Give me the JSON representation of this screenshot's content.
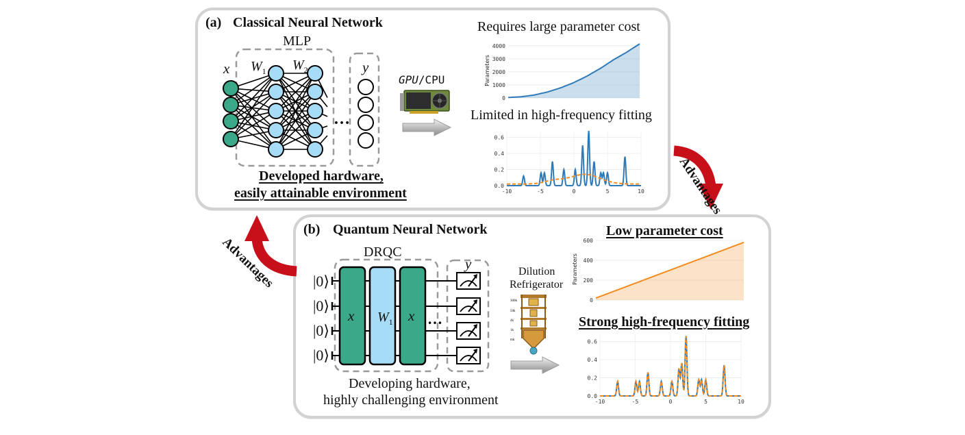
{
  "panel_a": {
    "label": "(a)",
    "title": "Classical Neural Network",
    "mlp_label": "MLP",
    "input_symbol": "x",
    "output_symbol": "y",
    "w1": "W",
    "w1_sub": "1",
    "w2": "W",
    "w2_sub": "2",
    "ellipsis": "…",
    "hardware_label": "GPU",
    "hardware_label_rest": "/CPU",
    "hardware_line1": "Developed hardware,",
    "hardware_line2": "easily attainable environment",
    "chart1_title": "Requires large parameter cost",
    "chart2_title": "Limited in high-frequency fitting"
  },
  "panel_b": {
    "label": "(b)",
    "title": "Quantum Neural Network",
    "drqc_label": "DRQC",
    "output_symbol": "y",
    "ket": "|0⟩",
    "block_x": "x",
    "block_w": "W",
    "block_w_sub": "1",
    "ellipsis": "…",
    "fridge_line1": "Dilution",
    "fridge_line2": "Refrigerator",
    "fridge_stages": [
      "300k",
      "50k",
      "4k",
      "1k",
      "mk"
    ],
    "hardware_line1": "Developing hardware,",
    "hardware_line2": "highly challenging environment",
    "chart1_title": "Low parameter cost",
    "chart2_title": "Strong high-frequency fitting"
  },
  "arrows": {
    "advantages_right": "Advantages",
    "advantages_left": "Advantages"
  },
  "colors": {
    "green": "#3aa889",
    "light_blue": "#a7dcf7",
    "dark_red": "#c8101a",
    "blue_line": "#2e7ab8",
    "orange_line": "#f58a1f",
    "panel_border": "#d2d2d2"
  },
  "chart_data": [
    {
      "type": "area",
      "title": "Requires large parameter cost",
      "ylabel": "Parameters",
      "ylim": [
        0,
        4200
      ],
      "yticks": [
        0,
        1000,
        2000,
        3000,
        4000
      ],
      "x": [
        0,
        1,
        2,
        3,
        4,
        5,
        6,
        7,
        8,
        9,
        10
      ],
      "values": [
        40,
        90,
        230,
        460,
        780,
        1180,
        1680,
        2260,
        2920,
        3500,
        4150
      ],
      "series": [
        {
          "name": "",
          "color": "#2e7ab8"
        }
      ]
    },
    {
      "type": "line",
      "title": "Limited in high-frequency fitting",
      "xlim": [
        -10,
        10
      ],
      "ylim": [
        0,
        0.68
      ],
      "xticks": [
        -10,
        -5,
        0,
        5,
        10
      ],
      "yticks": [
        0.0,
        0.2,
        0.4,
        0.6
      ],
      "peaks": [
        [
          -7.5,
          0.12
        ],
        [
          -4.9,
          0.16
        ],
        [
          -4.4,
          0.16
        ],
        [
          -3.2,
          0.3
        ],
        [
          -1.5,
          0.2
        ],
        [
          0.2,
          0.2
        ],
        [
          1.3,
          0.5
        ],
        [
          2.2,
          0.68
        ],
        [
          3.0,
          0.3
        ],
        [
          4.0,
          0.16
        ],
        [
          4.4,
          0.16
        ],
        [
          5.0,
          0.16
        ],
        [
          7.6,
          0.36
        ]
      ],
      "fit_note": "",
      "series": [
        {
          "name": "",
          "color": "#2e7ab8"
        },
        {
          "name": "",
          "color": "#f58a1f"
        }
      ]
    },
    {
      "type": "area",
      "title": "Low parameter cost",
      "ylabel": "Parameters",
      "ylim": [
        0,
        620
      ],
      "yticks": [
        0,
        200,
        400,
        600
      ],
      "x": [
        0,
        10
      ],
      "values": [
        20,
        580
      ],
      "series": [
        {
          "name": "",
          "color": "#f58a1f"
        }
      ]
    },
    {
      "type": "line",
      "title": "Strong high-frequency fitting",
      "xlim": [
        -10,
        10
      ],
      "ylim": [
        0,
        0.68
      ],
      "xticks": [
        -10,
        -5,
        0,
        5,
        10
      ],
      "yticks": [
        0.0,
        0.2,
        0.4,
        0.6
      ],
      "peaks": [
        [
          -7.5,
          0.16
        ],
        [
          -4.9,
          0.16
        ],
        [
          -4.4,
          0.16
        ],
        [
          -3.2,
          0.26
        ],
        [
          -1.3,
          0.16
        ],
        [
          0.2,
          0.16
        ],
        [
          1.2,
          0.3
        ],
        [
          1.6,
          0.36
        ],
        [
          2.2,
          0.66
        ],
        [
          4.0,
          0.18
        ],
        [
          4.4,
          0.18
        ],
        [
          5.0,
          0.18
        ],
        [
          7.6,
          0.34
        ]
      ],
      "series": [
        {
          "name": "",
          "color": "#2e7ab8"
        },
        {
          "name": "",
          "color": "#f58a1f"
        }
      ]
    }
  ]
}
